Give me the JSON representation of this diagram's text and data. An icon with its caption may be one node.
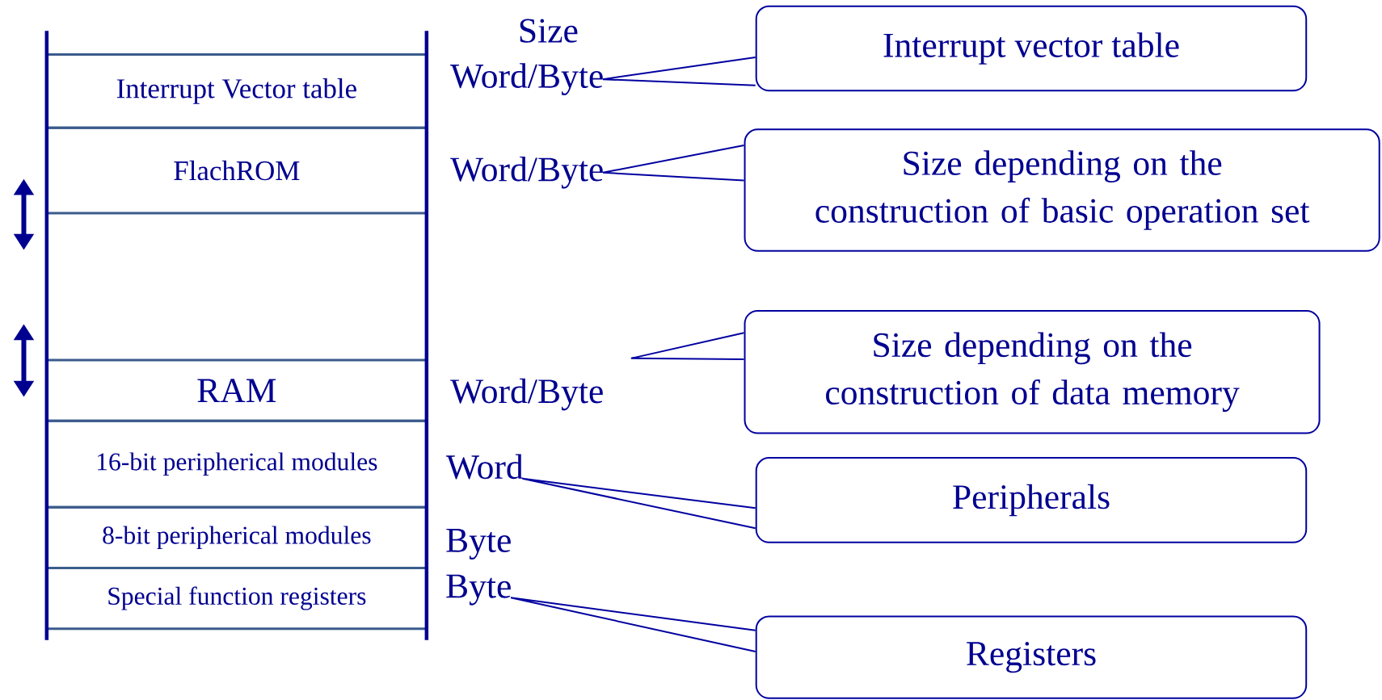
{
  "diagram": {
    "nodes": [
      {
        "text": [
          "Interrupt Vector table"
        ]
      },
      {
        "text": [
          "FlachROM"
        ]
      },
      {
        "text": [
          "RAM"
        ]
      },
      {
        "text": [
          "16-bit peripherical modules"
        ]
      },
      {
        "text": [
          "8-bit peripherical modules"
        ]
      },
      {
        "text": [
          "Special function registers"
        ]
      },
      {
        "text": [
          "Word/Byte"
        ]
      },
      {
        "text": [
          "Word/Byte"
        ]
      },
      {
        "text": [
          "Word"
        ]
      },
      {
        "text": [
          "Byte"
        ]
      },
      {
        "text": [
          "Interrupt vector table"
        ]
      },
      {
        "text": [
          "Size depending on the construction of basic operation set"
        ]
      },
      {
        "text": [
          "Size depending on the construction of data memory"
        ]
      },
      {
        "text": [
          "Peripherals"
        ]
      },
      {
        "text": [
          "Registers"
        ]
      }
    ],
    "edges": [
      {
        "from": 10,
        "to": 6,
        "arrow": "none"
      },
      {
        "from": 11,
        "to": 7,
        "arrow": "none"
      },
      {
        "from": 12,
        "to": null,
        "arrow": "none"
      },
      {
        "from": 13,
        "to": 8,
        "arrow": "none"
      },
      {
        "from": 14,
        "to": 9,
        "arrow": "none"
      }
    ],
    "labels": [
      "Size",
      "Word/Byte",
      "Byte"
    ]
  }
}
